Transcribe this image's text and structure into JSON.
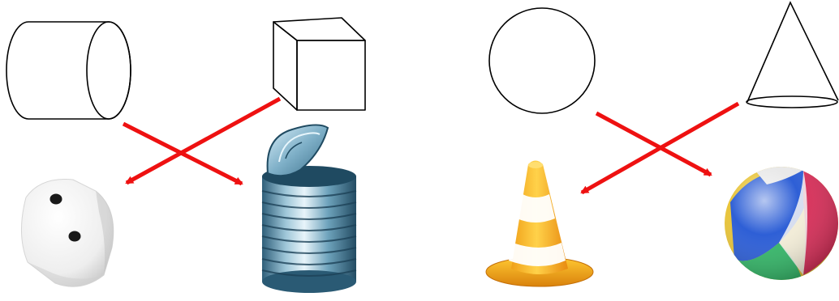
{
  "shapes": [
    {
      "id": "cylinder",
      "kind": "outline-shape"
    },
    {
      "id": "cube",
      "kind": "outline-shape"
    },
    {
      "id": "circle",
      "kind": "outline-shape"
    },
    {
      "id": "cone",
      "kind": "outline-shape"
    }
  ],
  "objects": [
    {
      "id": "die",
      "matches_shape": "cube"
    },
    {
      "id": "tin-can",
      "matches_shape": "cylinder"
    },
    {
      "id": "traffic-cone",
      "matches_shape": "cone"
    },
    {
      "id": "beach-ball",
      "matches_shape": "circle"
    }
  ],
  "arrows": [
    {
      "from": "cylinder",
      "to": "tin-can"
    },
    {
      "from": "cube",
      "to": "die"
    },
    {
      "from": "circle",
      "to": "beach-ball"
    },
    {
      "from": "cone",
      "to": "traffic-cone"
    }
  ],
  "colors": {
    "arrow": "#ee1111",
    "outline": "#000000",
    "background": "#ffffff"
  }
}
